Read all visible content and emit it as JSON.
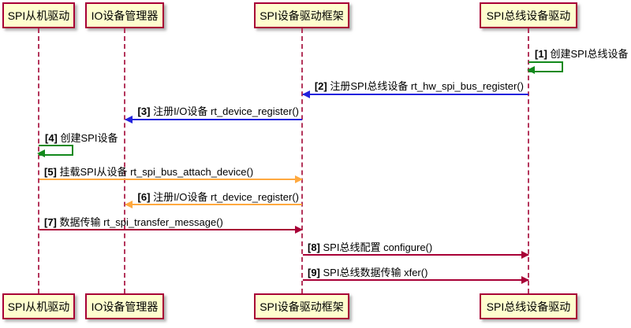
{
  "diagram": {
    "type": "uml-sequence",
    "background": "#FFFFFF",
    "colors": {
      "participant_fill": "#FEFECE",
      "participant_border": "#A80036",
      "lifeline": "#B4365C",
      "green": "#12891C",
      "blue": "#2222DD",
      "orange": "#FFA93F",
      "crimson": "#A80036"
    }
  },
  "participants": [
    {
      "name": "SPI从机驱动"
    },
    {
      "name": "IO设备管理器"
    },
    {
      "name": "SPI设备驱动框架"
    },
    {
      "name": "SPI总线设备驱动"
    }
  ],
  "messages": [
    {
      "num": "[1]",
      "text": "创建SPI总线设备",
      "from": "SPI总线设备驱动",
      "to": "SPI总线设备驱动",
      "kind": "self",
      "color": "green"
    },
    {
      "num": "[2]",
      "text": "注册SPI总线设备 rt_hw_spi_bus_register()",
      "from": "SPI总线设备驱动",
      "to": "SPI设备驱动框架",
      "kind": "normal",
      "color": "blue"
    },
    {
      "num": "[3]",
      "text": "注册I/O设备 rt_device_register()",
      "from": "SPI设备驱动框架",
      "to": "IO设备管理器",
      "kind": "normal",
      "color": "blue"
    },
    {
      "num": "[4]",
      "text": "创建SPI设备",
      "from": "SPI从机驱动",
      "to": "SPI从机驱动",
      "kind": "self",
      "color": "green"
    },
    {
      "num": "[5]",
      "text": "挂载SPI从设备 rt_spi_bus_attach_device()",
      "from": "SPI从机驱动",
      "to": "SPI设备驱动框架",
      "kind": "normal",
      "color": "orange"
    },
    {
      "num": "[6]",
      "text": "注册I/O设备 rt_device_register()",
      "from": "SPI设备驱动框架",
      "to": "IO设备管理器",
      "kind": "normal",
      "color": "orange"
    },
    {
      "num": "[7]",
      "text": "数据传输 rt_spi_transfer_message()",
      "from": "SPI从机驱动",
      "to": "SPI设备驱动框架",
      "kind": "normal",
      "color": "crimson"
    },
    {
      "num": "[8]",
      "text": "SPI总线配置 configure()",
      "from": "SPI设备驱动框架",
      "to": "SPI总线设备驱动",
      "kind": "normal",
      "color": "crimson"
    },
    {
      "num": "[9]",
      "text": "SPI总线数据传输 xfer()",
      "from": "SPI设备驱动框架",
      "to": "SPI总线设备驱动",
      "kind": "normal",
      "color": "crimson"
    }
  ]
}
